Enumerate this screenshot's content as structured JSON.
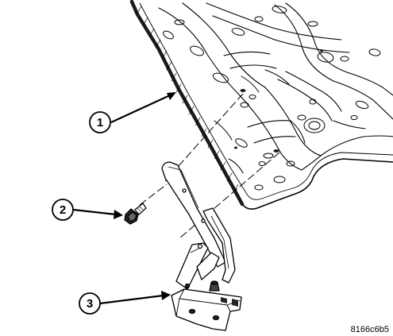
{
  "callouts": [
    {
      "id": "1"
    },
    {
      "id": "2"
    },
    {
      "id": "3"
    }
  ],
  "figure_code": "8166c6b5",
  "colors": {
    "line": "#000000",
    "fill": "#ffffff",
    "shade": "#9a9a9a"
  }
}
